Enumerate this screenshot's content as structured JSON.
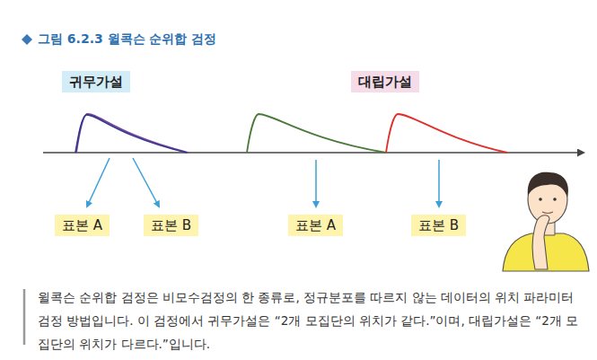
{
  "diagram": {
    "title": "그림 6.2.3 윌콕슨 순위합 검정",
    "caption": "윌콕슨 순위합 검정은 비모수검정의 한 종류로, 정규분포를 따르지 않는 데이터의 위치 파라미터 검정 방법입니다. 이 검정에서 귀무가설은 “2개 모집단의 위치가 같다.”이며, 대립가설은 “2개 모집단의 위치가 다르다.”입니다.",
    "nodes": [
      {
        "text": [
          "귀무가설"
        ]
      },
      {
        "text": [
          "대립가설"
        ]
      },
      {
        "text": [
          "표본 A"
        ]
      },
      {
        "text": [
          "표본 B"
        ]
      },
      {
        "text": [
          "표본 A"
        ]
      },
      {
        "text": [
          "표본 B"
        ]
      }
    ]
  }
}
